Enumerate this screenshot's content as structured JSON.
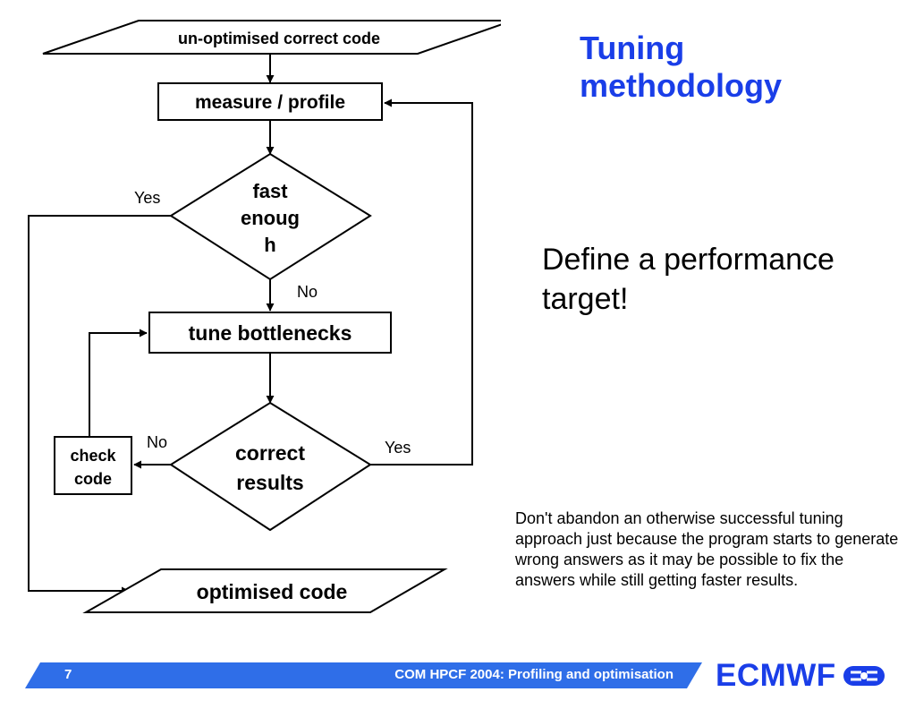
{
  "flowchart": {
    "start": "un-optimised correct code",
    "measure": "measure / profile",
    "decision1": [
      "fast",
      "enoug",
      "h"
    ],
    "yes1": "Yes",
    "no1": "No",
    "tune": "tune bottlenecks",
    "decision2": [
      "correct",
      "results"
    ],
    "no2": "No",
    "yes2": "Yes",
    "check": [
      "check",
      "code"
    ],
    "end": "optimised code"
  },
  "slide": {
    "title": [
      "Tuning",
      "methodology"
    ],
    "target": "Define a performance target!",
    "note": "Don't abandon an otherwise successful tuning approach just because the program starts to generate wrong answers as it may be possible to fix the answers while still getting faster results."
  },
  "footer": {
    "page": "7",
    "text": "COM HPCF 2004:  Profiling and optimisation",
    "logo": "ECMWF"
  },
  "colors": {
    "title": "#1a3ee8",
    "footer_band": "#2f6ee8",
    "logo": "#1a3ee8"
  }
}
